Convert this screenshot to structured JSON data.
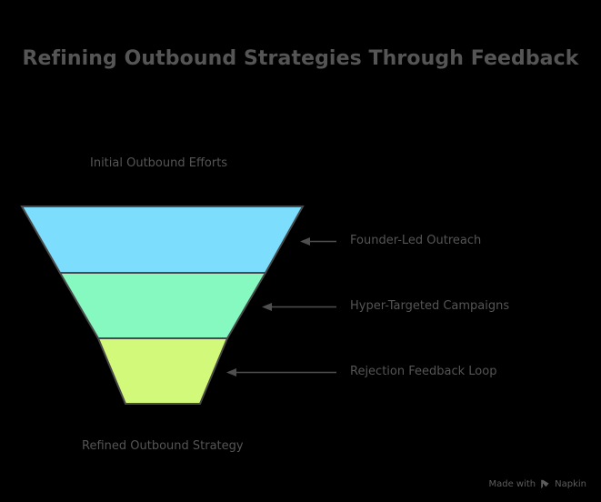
{
  "diagram": {
    "type": "funnel",
    "title": "Refining Outbound Strategies Through Feedback",
    "top_caption": "Initial Outbound Efforts",
    "bottom_caption": "Refined Outbound Strategy",
    "background_color": "#000000",
    "text_color": "#555555",
    "outline_color": "#4a4a4a",
    "stages": [
      {
        "label": "Founder-Led Outreach",
        "color": "#7DDDFD",
        "top_width": 309,
        "bottom_width": 226,
        "arrow": "left-arrow-icon"
      },
      {
        "label": "Hyper-Targeted Campaigns",
        "color": "#85F9C0",
        "top_width": 226,
        "bottom_width": 142,
        "arrow": "left-arrow-icon"
      },
      {
        "label": "Rejection Feedback Loop",
        "color": "#D2F97A",
        "top_width": 142,
        "bottom_width": 82,
        "arrow": "left-arrow-icon"
      }
    ]
  },
  "watermark": {
    "text_before": "Made with",
    "brand": "Napkin",
    "icon": "napkin-logo-icon"
  }
}
